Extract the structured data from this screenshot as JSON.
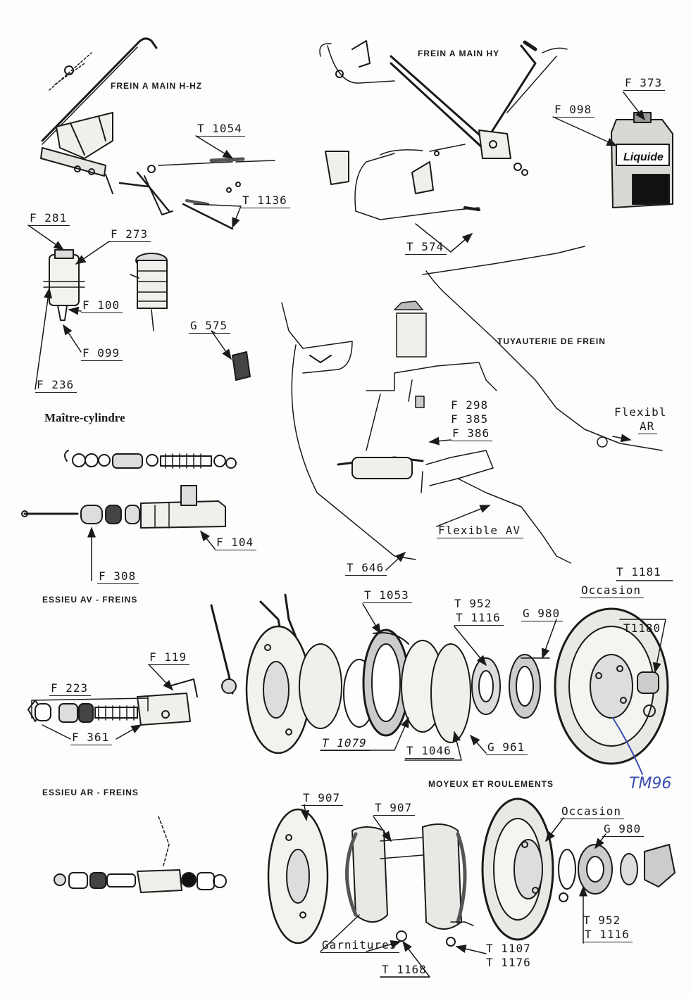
{
  "sections": {
    "frein_main_hhz": "FREIN A MAIN H-HZ",
    "frein_main_hy": "FREIN A MAIN HY",
    "tuyauterie": "TUYAUTERIE DE FREIN",
    "maitre_cylindre": "Maître-cylindre",
    "essieu_av": "ESSIEU AV - FREINS",
    "essieu_ar": "ESSIEU AR - FREINS",
    "moyeux": "MOYEUX ET ROULEMENTS"
  },
  "labels": {
    "t1054": "T 1054",
    "t1136": "T 1136",
    "f281": "F 281",
    "f273": "F 273",
    "f100": "F 100",
    "f099": "F 099",
    "f236": "F 236",
    "g575": "G 575",
    "f373": "F 373",
    "f098": "F 098",
    "t574": "T 574",
    "f298": "F 298",
    "f385": "F 385",
    "f386": "F 386",
    "flexible_ar_1": "Flexibl",
    "flexible_ar_2": "AR",
    "flexible_av": "Flexible AV",
    "t646": "T 646",
    "f104": "F 104",
    "f308": "F 308",
    "t1181": "T 1181",
    "occasion_1": "Occasion",
    "t1180": "T1180",
    "t1053": "T 1053",
    "t952_1": "T 952",
    "t1116_1": "T 1116",
    "g980_1": "G 980",
    "f119": "F 119",
    "f223": "F 223",
    "f361": "F 361",
    "t1079": "T 1079",
    "t1046": "T 1046",
    "g961": "G 961",
    "t907_1": "T 907",
    "t907_2": "T 907",
    "occasion_2": "Occasion",
    "g980_2": "G 980",
    "garnitures": "Garnitures",
    "t952_2": "T 952",
    "t1116_2": "T 1116",
    "t1107": "T 1107",
    "t1176": "T 1176",
    "t1168": "T 1168"
  },
  "handwritten": "TM96",
  "tin_text": "Liquide"
}
